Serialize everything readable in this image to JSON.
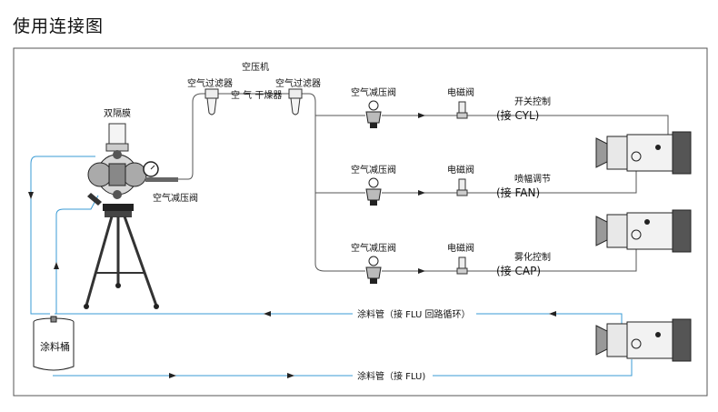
{
  "title": "使用连接图",
  "labels": {
    "compressor": "空压机",
    "filter_left": "空气过滤器",
    "filter_right": "空气过滤器",
    "dryer": "空 气 干燥器",
    "diaphragm": "双隔膜",
    "pump_regulator": "空气减压阀",
    "reg1": "空气减压阀",
    "reg2": "空气减压阀",
    "reg3": "空气减压阀",
    "sol1": "电磁阀",
    "sol2": "电磁阀",
    "sol3": "电磁阀",
    "func1": "开关控制",
    "func2": "喷幅调节",
    "func3": "雾化控制",
    "conn1": "(接  CYL)",
    "conn2": "(接  FAN)",
    "conn3": "(接  CAP)",
    "bucket": "涂料桶",
    "return_line": "涂料管（接  FLU 回路循环）",
    "supply_line": "涂料管（接  FLU)"
  },
  "colors": {
    "air_line": "#555555",
    "fluid_line": "#3a9bd5",
    "frame": "#555555"
  }
}
